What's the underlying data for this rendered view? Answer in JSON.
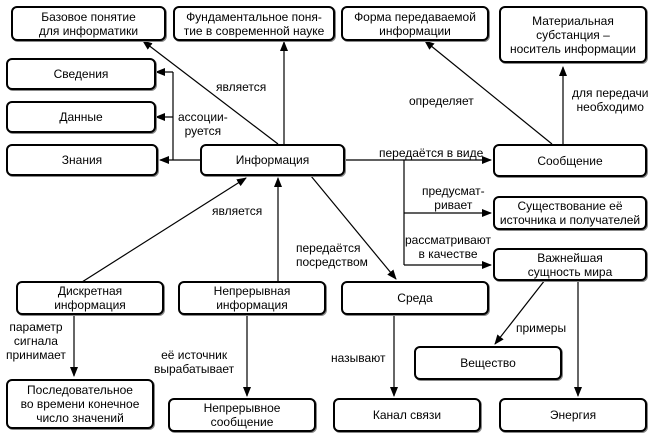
{
  "diagram": {
    "nodes": {
      "basic_concept": "Базовое понятие\nдля информатики",
      "fundamental_concept": "Фундаментальное поня-\nтие в современной науке",
      "form": "Форма передаваемой\nинформации",
      "material": "Материальная\nсубстанция –\nноситель информации",
      "svedeniya": "Сведения",
      "dannye": "Данные",
      "znaniya": "Знания",
      "information": "Информация",
      "message": "Сообщение",
      "existence": "Существование её\nисточника и получателей",
      "essence": "Важнейшая\nсущность мира",
      "discrete": "Дискретная\nинформация",
      "continuous": "Непрерывная\nинформация",
      "medium": "Среда",
      "substance": "Вещество",
      "sequence": "Последовательное\nво времени конечное\nчисло значений",
      "cont_message": "Непрерывное\nсообщение",
      "channel": "Канал связи",
      "energy": "Энергия"
    },
    "labels": {
      "is_top": "является",
      "associated": "ассоции-\nруется",
      "defines": "определяет",
      "needed": "для передачи\nнеобходимо",
      "transmitted_as": "передаётся в виде",
      "provides": "предусмат-\nривает",
      "considered": "рассматривают\nв  качестве",
      "is_bottom": "является",
      "transmitted_via": "передаётся\nпосредством",
      "signal_param": "параметр\nсигнала\nпринимает",
      "source_produces": "её источник\nвырабатывает",
      "called": "называют",
      "examples": "примеры"
    }
  }
}
